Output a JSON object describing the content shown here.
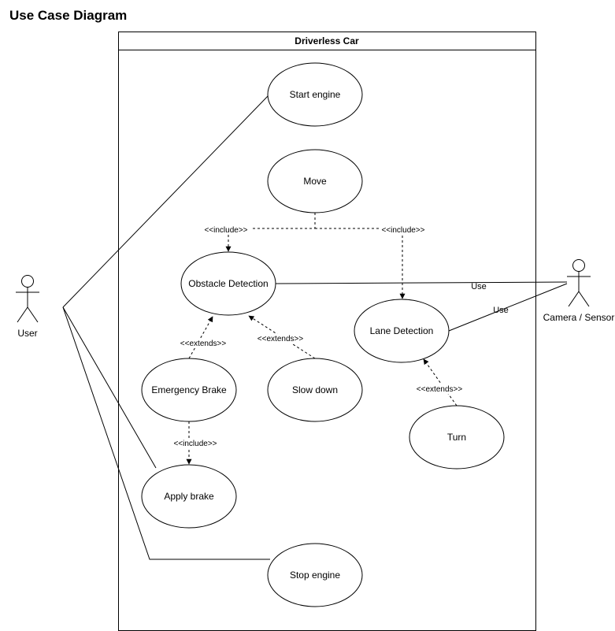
{
  "title": "Use Case Diagram",
  "system": {
    "name": "Driverless Car"
  },
  "actors": {
    "user": "User",
    "camera": "Camera / Sensor"
  },
  "use_cases": {
    "start_engine": "Start engine",
    "move": "Move",
    "obstacle_detection": "Obstacle Detection",
    "lane_detection": "Lane Detection",
    "emergency_brake": "Emergency Brake",
    "slow_down": "Slow down",
    "turn": "Turn",
    "apply_brake": "Apply brake",
    "stop_engine": "Stop engine"
  },
  "relations": {
    "move_include_obstacle": "<<include>>",
    "move_include_lane": "<<include>>",
    "emergency_extends_obstacle": "<<extends>>",
    "slowdown_extends_obstacle": "<<extends>>",
    "turn_extends_lane": "<<extends>>",
    "emergency_include_apply": "<<include>>",
    "obstacle_use_camera": "Use",
    "lane_use_camera": "Use"
  }
}
